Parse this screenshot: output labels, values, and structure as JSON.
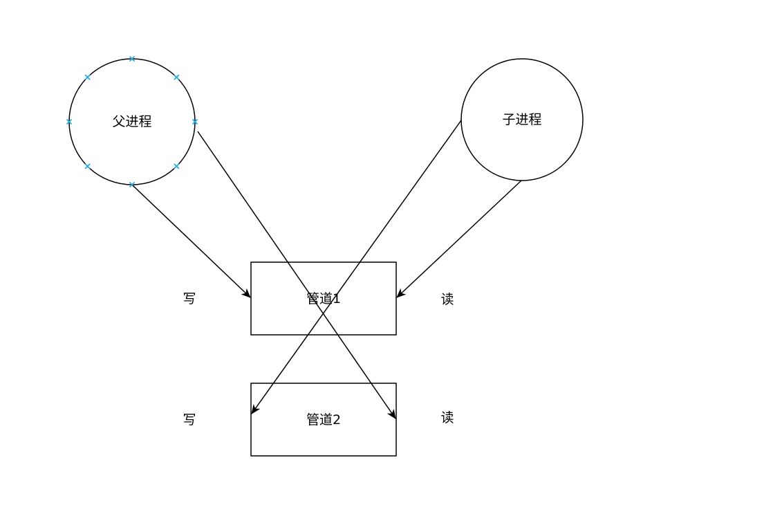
{
  "diagram": {
    "nodes": {
      "parent_process": {
        "label": "父进程"
      },
      "child_process": {
        "label": "子进程"
      },
      "pipe1": {
        "label": "管道1"
      },
      "pipe2": {
        "label": "管道2"
      }
    },
    "side_labels": {
      "pipe1_write": "写",
      "pipe1_read": "读",
      "pipe2_write": "写",
      "pipe2_read": "读"
    },
    "edges": [
      {
        "from": "父进程",
        "to": "管道1",
        "end": "写"
      },
      {
        "from": "父进程",
        "to": "管道2",
        "end": "读"
      },
      {
        "from": "子进程",
        "to": "管道1",
        "end": "读"
      },
      {
        "from": "子进程",
        "to": "管道2",
        "end": "写"
      }
    ],
    "colors": {
      "stroke": "#000000",
      "selection_handle": "#29abe2",
      "background": "#ffffff"
    }
  }
}
